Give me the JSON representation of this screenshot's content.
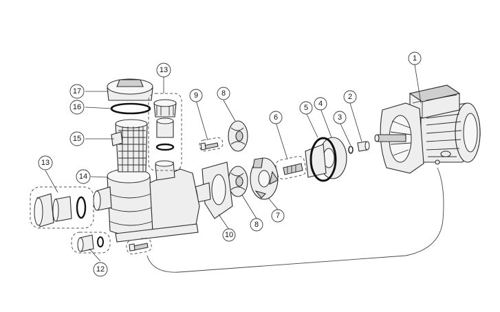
{
  "diagram": {
    "callouts": [
      {
        "id": "1",
        "label": "1"
      },
      {
        "id": "2",
        "label": "2"
      },
      {
        "id": "3",
        "label": "3"
      },
      {
        "id": "4",
        "label": "4"
      },
      {
        "id": "5",
        "label": "5"
      },
      {
        "id": "6",
        "label": "6"
      },
      {
        "id": "7",
        "label": "7"
      },
      {
        "id": "8a",
        "label": "8"
      },
      {
        "id": "8b",
        "label": "8"
      },
      {
        "id": "9",
        "label": "9"
      },
      {
        "id": "10",
        "label": "10"
      },
      {
        "id": "12",
        "label": "12"
      },
      {
        "id": "13a",
        "label": "13"
      },
      {
        "id": "13b",
        "label": "13"
      },
      {
        "id": "14",
        "label": "14"
      },
      {
        "id": "15",
        "label": "15"
      },
      {
        "id": "16",
        "label": "16"
      },
      {
        "id": "17",
        "label": "17"
      }
    ]
  },
  "icons": {
    "motor": "electric-motor-icon",
    "housing": "pump-housing-icon",
    "basket": "strainer-basket-icon",
    "lid": "strainer-lid-icon"
  }
}
